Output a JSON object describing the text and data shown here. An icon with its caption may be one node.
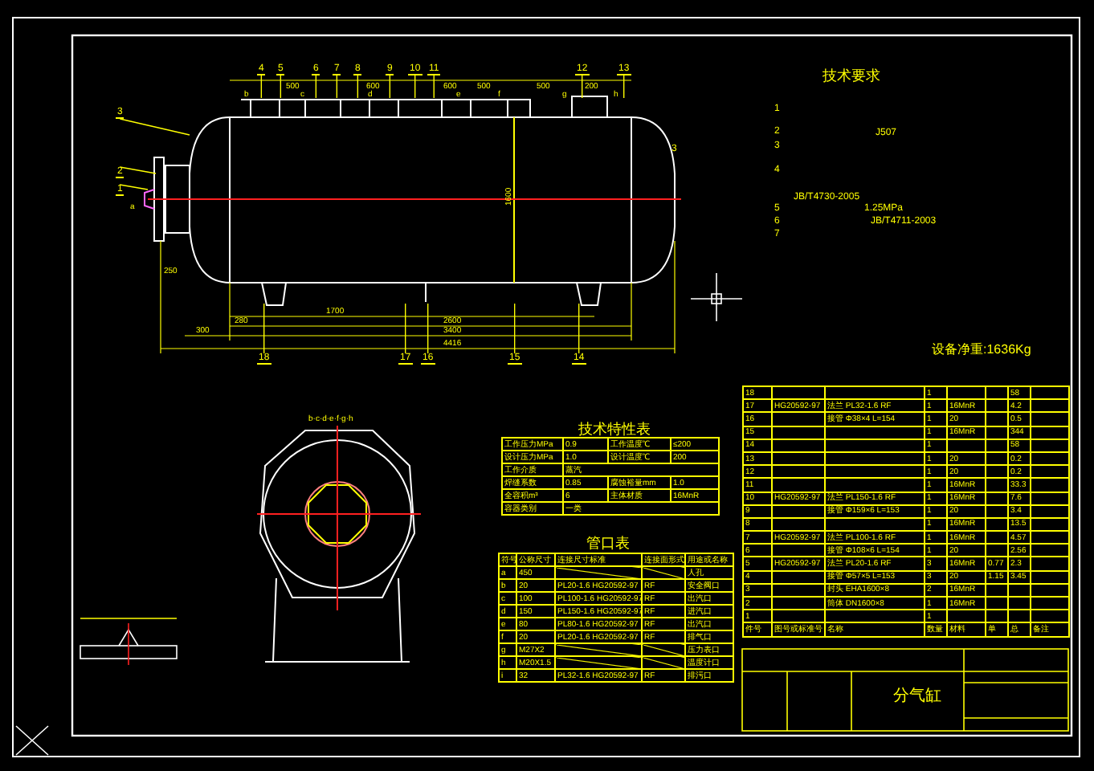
{
  "diagram": {
    "nodes": [
      {
        "text": [
          "4"
        ]
      },
      {
        "text": [
          "5"
        ]
      },
      {
        "text": [
          "6"
        ]
      },
      {
        "text": [
          "7"
        ]
      },
      {
        "text": [
          "8"
        ]
      },
      {
        "text": [
          "9"
        ]
      },
      {
        "text": [
          "10"
        ]
      },
      {
        "text": [
          "11"
        ]
      },
      {
        "text": [
          "12"
        ]
      },
      {
        "text": [
          "13"
        ]
      },
      {
        "text": [
          "3"
        ]
      },
      {
        "text": [
          "2"
        ]
      },
      {
        "text": [
          "1"
        ]
      },
      {
        "text": [
          "18"
        ]
      },
      {
        "text": [
          "17"
        ]
      },
      {
        "text": [
          "16"
        ]
      },
      {
        "text": [
          "15"
        ]
      },
      {
        "text": [
          "14"
        ]
      },
      {
        "text": [],
        "shape": "picture"
      }
    ],
    "edges": [
      {
        "from": 0,
        "to": 18,
        "arrow": "none"
      },
      {
        "from": 1,
        "to": 18,
        "arrow": "none"
      },
      {
        "from": 2,
        "to": 18,
        "arrow": "none"
      },
      {
        "from": 3,
        "to": 18,
        "arrow": "none"
      },
      {
        "from": 4,
        "to": 18,
        "arrow": "none"
      },
      {
        "from": 5,
        "to": 18,
        "arrow": "none"
      },
      {
        "from": 6,
        "to": 18,
        "arrow": "none"
      },
      {
        "from": 7,
        "to": 18,
        "arrow": "none"
      },
      {
        "from": 8,
        "to": 18,
        "arrow": "none"
      },
      {
        "from": 9,
        "to": 18,
        "arrow": "none"
      },
      {
        "from": 10,
        "to": 18,
        "arrow": "none"
      },
      {
        "from": 11,
        "to": 18,
        "arrow": "none"
      },
      {
        "from": 12,
        "to": 18,
        "arrow": "none"
      },
      {
        "from": 13,
        "to": 18,
        "arrow": "none"
      },
      {
        "from": 14,
        "to": 18,
        "arrow": "none"
      },
      {
        "from": 15,
        "to": 18,
        "arrow": "none"
      },
      {
        "from": 16,
        "to": 18,
        "arrow": "none"
      },
      {
        "from": 17,
        "to": 18,
        "arrow": "none"
      }
    ],
    "labels": [
      "技术要求",
      "1",
      "2",
      "3",
      "4",
      "5",
      "6",
      "7",
      "J507",
      "JB/T4730-2005",
      "1.25MPa",
      "JB/T4711-2003",
      "设备净重:1636Kg",
      "500",
      "600",
      "600",
      "500",
      "500",
      "200",
      "1600",
      "1700",
      "2600",
      "3400",
      "4416",
      "250",
      "280",
      "300",
      "a",
      "b",
      "c",
      "d",
      "e",
      "f",
      "g",
      "h",
      "b·c·d·e·f·g·h",
      "3",
      "技术特性表",
      "管口表",
      "分气缸",
      "工作压力MPa",
      "0.9",
      "工作温度℃",
      "≤200",
      "设计压力MPa",
      "1.0",
      "设计温度℃",
      "200",
      "工作介质",
      "蒸汽",
      "焊缝系数",
      "0.85",
      "腐蚀裕量mm",
      "1.0",
      "全容积m³",
      "6",
      "主体材质",
      "16MnR",
      "容器类别",
      "一类",
      "符号",
      "公称尺寸",
      "连接尺寸标准",
      "连接面形式",
      "用途或名称",
      "a",
      "450",
      "人孔",
      "b",
      "20",
      "PL20-1.6 HG20592-97",
      "RF",
      "安全阀口",
      "c",
      "100",
      "PL100-1.6 HG20592-97",
      "RF",
      "出汽口",
      "d",
      "150",
      "PL150-1.6 HG20592-97",
      "RF",
      "进汽口",
      "e",
      "80",
      "PL80-1.6 HG20592-97",
      "RF",
      "出汽口",
      "f",
      "20",
      "PL20-1.6 HG20592-97",
      "RF",
      "排气口",
      "g",
      "M27X2",
      "压力表口",
      "h",
      "M20X1.5",
      "温度计口",
      "i",
      "32",
      "PL32-1.6 HG20592-97",
      "RF",
      "排污口",
      "18",
      "1",
      "58",
      "17",
      "HG20592-97",
      "法兰 PL32-1.6 RF",
      "1",
      "16MnR",
      "4.2",
      "16",
      "接管 Φ38×4 L=154",
      "1",
      "20",
      "0.5",
      "15",
      "1",
      "16MnR",
      "344",
      "14",
      "1",
      "58",
      "13",
      "1",
      "20",
      "0.2",
      "12",
      "1",
      "20",
      "0.2",
      "11",
      "1",
      "16MnR",
      "33.3",
      "10",
      "HG20592-97",
      "法兰 PL150-1.6 RF",
      "1",
      "16MnR",
      "7.6",
      "9",
      "接管 Φ159×6 L=153",
      "1",
      "20",
      "3.4",
      "8",
      "1",
      "16MnR",
      "13.5",
      "7",
      "HG20592-97",
      "法兰 PL100-1.6 RF",
      "1",
      "16MnR",
      "4.57",
      "6",
      "接管 Φ108×6 L=154",
      "1",
      "20",
      "2.56",
      "5",
      "HG20592-97",
      "法兰 PL20-1.6 RF",
      "3",
      "16MnR",
      "0.77",
      "2.3",
      "4",
      "接管 Φ57×5 L=153",
      "3",
      "20",
      "1.15",
      "3.45",
      "3",
      "封头 EHA1600×8",
      "2",
      "16MnR",
      "2",
      "筒体 DN1600×8",
      "1",
      "16MnR",
      "1",
      "1",
      "件号",
      "图号或标准号",
      "名称",
      "数量",
      "材料",
      "单",
      "总",
      "备注"
    ]
  }
}
